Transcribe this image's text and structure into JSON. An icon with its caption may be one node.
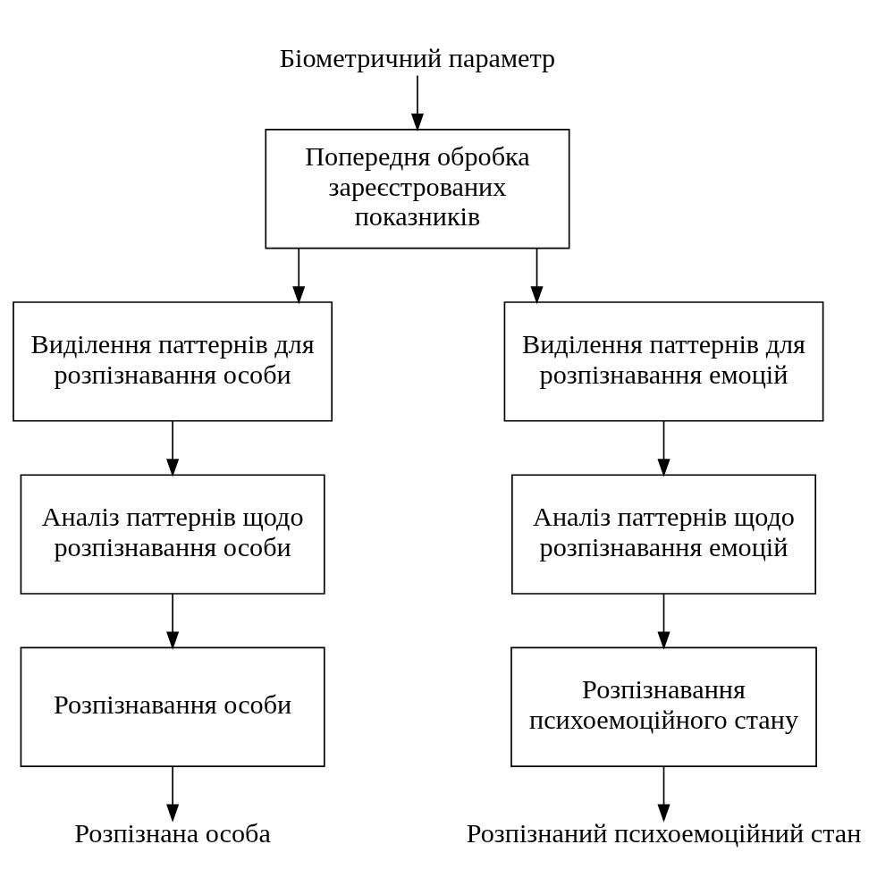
{
  "diagram": {
    "nodes": [
      {
        "text": [
          "Біометричний параметр"
        ]
      },
      {
        "text": [
          "Попередня обробка зареєстрованих показників"
        ]
      },
      {
        "text": [
          "Виділення паттернів для розпізнавання особи"
        ]
      },
      {
        "text": [
          "Виділення паттернів для розпізнавання емоцій"
        ]
      },
      {
        "text": [
          "Аналіз паттернів щодо розпізнавання особи"
        ]
      },
      {
        "text": [
          "Аналіз паттернів щодо розпізнавання емоцій"
        ]
      },
      {
        "text": [
          "Розпізнавання особи"
        ]
      },
      {
        "text": [
          "Розпізнавання психоемоційного стану"
        ]
      },
      {
        "text": [
          "Розпізнана особа"
        ]
      },
      {
        "text": [
          "Розпізнаний психоемоційний стан"
        ]
      }
    ],
    "edges": [
      {
        "from": 0,
        "to": 1,
        "arrow": "to"
      },
      {
        "from": 1,
        "to": 2,
        "arrow": "to"
      },
      {
        "from": 1,
        "to": 3,
        "arrow": "to"
      },
      {
        "from": 2,
        "to": 4,
        "arrow": "to"
      },
      {
        "from": 4,
        "to": 6,
        "arrow": "to"
      },
      {
        "from": 6,
        "to": 8,
        "arrow": "to"
      },
      {
        "from": 3,
        "to": 5,
        "arrow": "to"
      },
      {
        "from": 5,
        "to": 7,
        "arrow": "to"
      },
      {
        "from": 7,
        "to": 9,
        "arrow": "to"
      }
    ]
  }
}
